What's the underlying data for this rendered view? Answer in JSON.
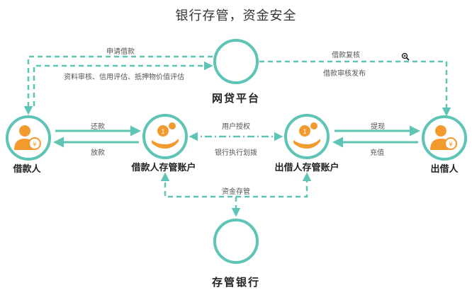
{
  "title": "银行存管，资金安全",
  "nodes": {
    "platform": "网贷平台",
    "borrower": "借款人",
    "borrower_account": "借款人存管账户",
    "lender_account": "出借人存管账户",
    "lender": "出借人",
    "bank": "存管银行"
  },
  "edges": {
    "apply_loan": "申请借款",
    "review_items": "资料审核、信用评估、抵押物价值评估",
    "loan_recheck": "借款复核",
    "loan_publish": "借款审核发布",
    "repay": "还款",
    "lend": "放款",
    "user_auth": "用户授权",
    "bank_transfer": "银行执行划拨",
    "withdraw": "提现",
    "recharge": "充值",
    "fund_custody": "资金存管"
  },
  "icons": {
    "borrower": "person-yen-icon",
    "borrower_account": "hand-coin-icon",
    "lender_account": "hand-coin-icon",
    "lender": "person-yen-icon",
    "cursor": "zoom-cursor-icon"
  },
  "colors": {
    "teal": "#5ec4b6",
    "orange": "#f29a2e",
    "text": "#333333"
  }
}
